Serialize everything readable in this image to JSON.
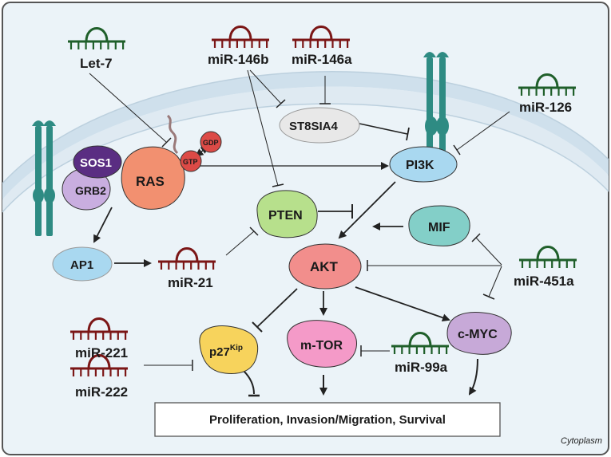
{
  "nodes": {
    "sos1": "SOS1",
    "grb2": "GRB2",
    "ras": "RAS",
    "gtp": "GTP",
    "gdp": "GDP",
    "st8sia4": "ST8SIA4",
    "pi3k": "PI3K",
    "pten": "PTEN",
    "mif": "MIF",
    "ap1": "AP1",
    "akt": "AKT",
    "p27": "p27",
    "p27_sup": "Kip",
    "mtor": "m-TOR",
    "cmyc": "c-MYC"
  },
  "mirnas": {
    "let7": "Let-7",
    "mir146b": "miR-146b",
    "mir146a": "miR-146a",
    "mir126": "miR-126",
    "mir21": "miR-21",
    "mir451a": "miR-451a",
    "mir221": "miR-221",
    "mir222": "miR-222",
    "mir99a": "miR-99a"
  },
  "outcome": "Proliferation, Invasion/Migration, Survival",
  "compartment": "Cytoplasm",
  "colors": {
    "background": "#ebf3f8",
    "membrane_outer": "#cfe0ec",
    "membrane_inner": "#dfeaf2",
    "receptor": "#2e8b83",
    "mirna_green": "#1f5f2a",
    "mirna_red": "#7b1616",
    "sos1": "#5a2d82",
    "grb2": "#c9aee0",
    "ras": "#f29070",
    "gtp_gdp": "#dc4a46",
    "st8sia4": "#e8e8e8",
    "pi3k": "#a9d8f0",
    "pten": "#b7e08c",
    "mif": "#83cfc8",
    "ap1": "#a9d8f0",
    "akt": "#f28e8c",
    "p27": "#f7d35c",
    "mtor": "#f49ac8",
    "cmyc": "#c7a9d8"
  }
}
